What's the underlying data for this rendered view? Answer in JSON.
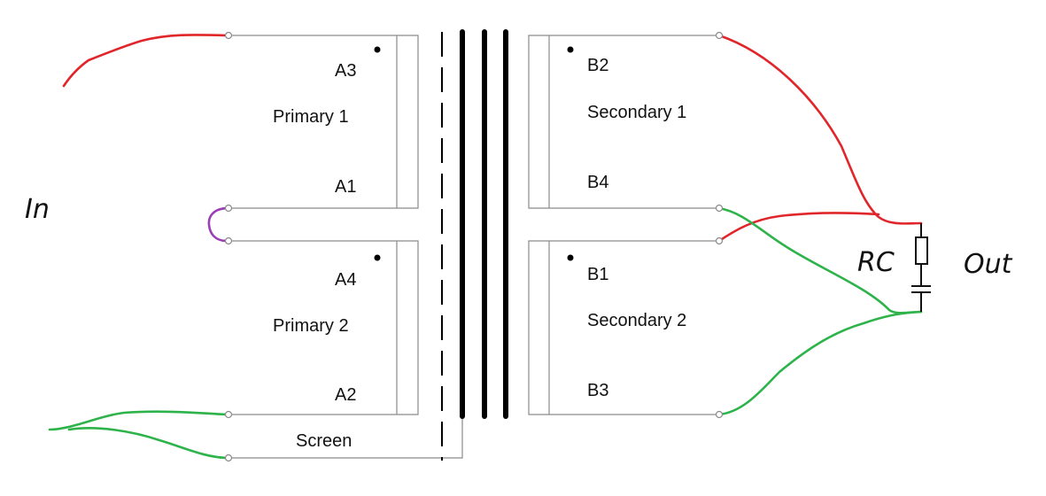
{
  "labels": {
    "input": "In",
    "output": "Out",
    "rc": "RC",
    "screen": "Screen",
    "primary1": "Primary 1",
    "primary2": "Primary 2",
    "secondary1": "Secondary 1",
    "secondary2": "Secondary 2",
    "a1": "A1",
    "a2": "A2",
    "a3": "A3",
    "a4": "A4",
    "b1": "B1",
    "b2": "B2",
    "b3": "B3",
    "b4": "B4"
  },
  "colors": {
    "red_wire": "#e0262a",
    "green_wire": "#2db34a",
    "purple_wire": "#9b3fb5",
    "outline": "#8a8a8a",
    "core": "#000000"
  }
}
